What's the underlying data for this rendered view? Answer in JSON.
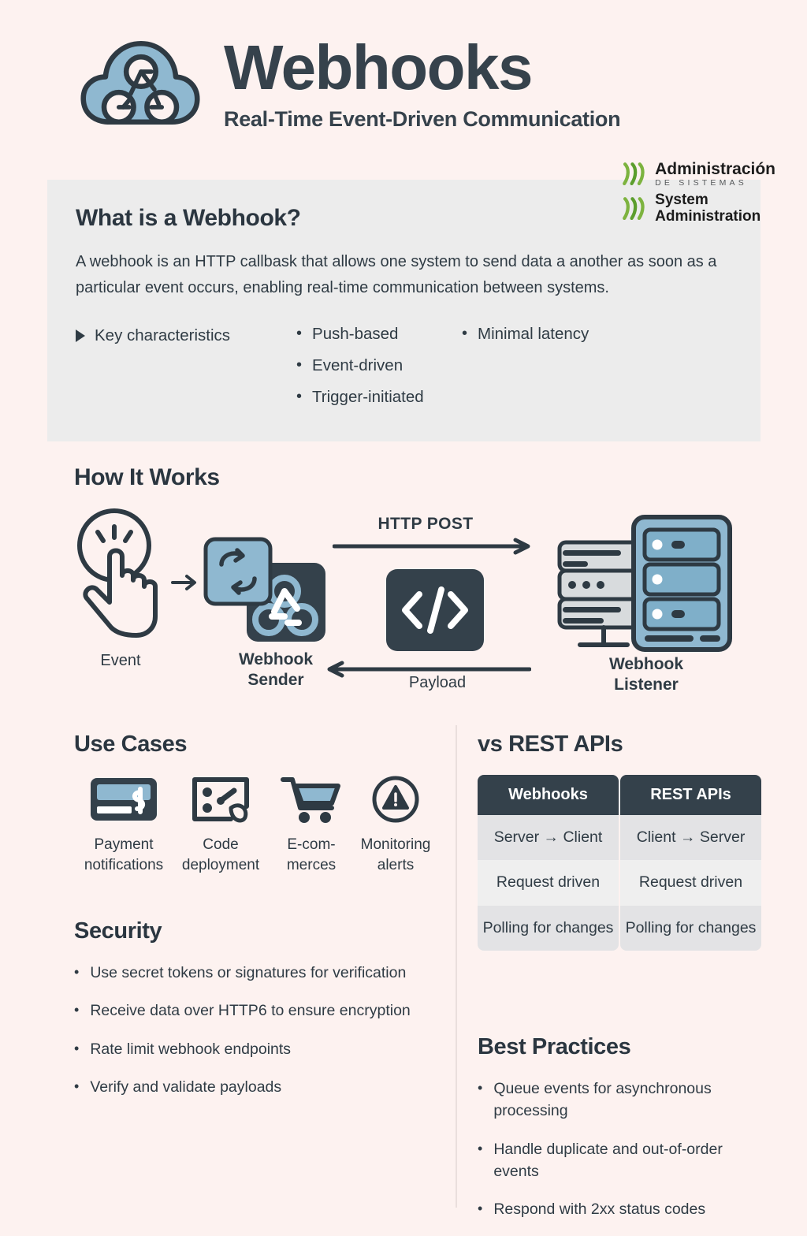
{
  "header": {
    "logo_icon": "webhook-cloud-icon",
    "title": "Webhooks",
    "subtitle": "Real-Time Event-Driven Communication"
  },
  "brand": {
    "mark_icon": "brand-strokes-icon",
    "line1": "Administración",
    "line1_sub": "DE SISTEMAS",
    "line2_a": "System",
    "line2_b": "Administration"
  },
  "what_is": {
    "title": "What is a Webhook?",
    "paragraph": "A webhook is an HTTP callbask that allows one system to send data a another as soon as a particular event occurs, enabling real-time communication between systems.",
    "characteristics_label": "Key characteristics",
    "characteristics_col1": [
      "Push-based",
      "Event-driven",
      "Trigger-initiated"
    ],
    "characteristics_col2": [
      "Minimal latency"
    ]
  },
  "how_it_works": {
    "title": "How It Works",
    "event_label": "Event",
    "sender_label_1": "Webhook",
    "sender_label_2": "Sender",
    "listener_label_1": "Webhook",
    "listener_label_2": "Listener",
    "arrow_top_label": "HTTP POST",
    "arrow_bottom_label": "Payload",
    "icons": {
      "event": "click-hand-icon",
      "arrow_right": "arrow-right-icon",
      "sender_sync": "sync-arrows-icon",
      "sender_webhook": "webhook-symbol-icon",
      "payload": "code-brackets-icon",
      "listener": "server-rack-icon"
    }
  },
  "use_cases": {
    "title": "Use Cases",
    "items": [
      {
        "icon": "credit-card-icon",
        "label_1": "Payment",
        "label_2": "notifications"
      },
      {
        "icon": "code-deploy-icon",
        "label_1": "Code",
        "label_2": "deployment"
      },
      {
        "icon": "shopping-cart-icon",
        "label_1": "E-com-",
        "label_2": "merces"
      },
      {
        "icon": "alert-warning-icon",
        "label_1": "Monitoring",
        "label_2": "alerts"
      }
    ]
  },
  "security": {
    "title": "Security",
    "items": [
      "Use secret tokens or signatures for verification",
      "Receive data over HTTP6 to ensure encryption",
      "Rate limit webhook endpoints",
      "Verify and validate payloads"
    ]
  },
  "vs_rest": {
    "title": "vs REST APIs",
    "columns": [
      "Webhooks",
      "REST APIs"
    ],
    "rows": [
      [
        "Server → Client",
        "Client → Server"
      ],
      [
        "Request driven",
        "Request driven"
      ],
      [
        "Polling for changes",
        "Polling for changes"
      ]
    ]
  },
  "best_practices": {
    "title": "Best Practices",
    "items": [
      "Queue events for asynchronous processing",
      "Handle duplicate and out-of-order events",
      "Respond with 2xx status codes"
    ]
  },
  "colors": {
    "background": "#FDF2F0",
    "card": "#ECECEC",
    "dark": "#34414B",
    "blue": "#8FB8D0",
    "green": "#7DB33F",
    "text": "#2F3B44"
  }
}
